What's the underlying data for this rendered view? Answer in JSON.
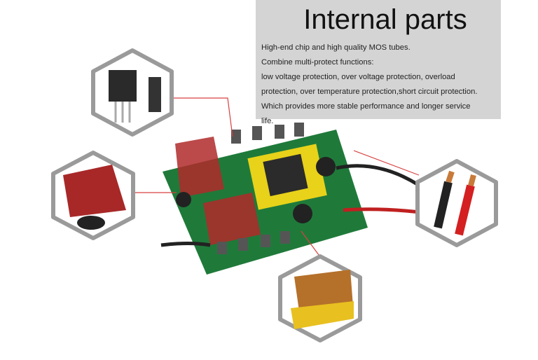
{
  "header": {
    "title": "Internal parts",
    "lines": [
      "High-end chip and high quality MOS tubes.",
      "Combine multi-protect functions:",
      "low voltage protection, over voltage protection, overload",
      "protection, over temperature protection,short circuit protection.",
      "Which provides more stable performance and longer service",
      "life."
    ]
  },
  "colors": {
    "panel": "#d4d4d4",
    "leader_line": "#d94040",
    "pcb": "#1f7a3a",
    "hex_border": "#9a9a9a"
  }
}
